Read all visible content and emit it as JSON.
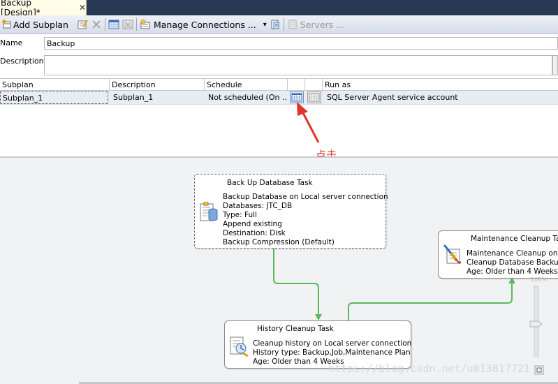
{
  "tab": {
    "title": "Backup [Design]*",
    "close": "✕"
  },
  "toolbar": {
    "add_subplan": "Add Subplan",
    "manage_connections": "Manage Connections ...",
    "dropdown": "▾",
    "servers": "Servers ..."
  },
  "properties": {
    "name_label": "Name",
    "name_value": "Backup",
    "description_label": "Description",
    "description_value": ""
  },
  "grid": {
    "columns": [
      "Subplan",
      "Description",
      "Schedule",
      "",
      "",
      "Run as"
    ],
    "rows": [
      {
        "subplan": "Subplan_1",
        "description": "Subplan_1",
        "schedule": "Not scheduled (On ...",
        "run_as": "SQL Server Agent service account"
      }
    ]
  },
  "annotation": {
    "text": "点击",
    "color": "#e0342a"
  },
  "tasks": {
    "backup": {
      "title": "Back Up Database Task",
      "lines": [
        "Backup Database on Local server connection",
        "Databases: JTC_DB",
        "Type: Full",
        "Append existing",
        "Destination: Disk",
        "Backup Compression (Default)"
      ]
    },
    "history": {
      "title": "History Cleanup Task",
      "lines": [
        "Cleanup history on Local server connection",
        "History type: Backup,Job,Maintenance Plan",
        "Age: Older than 4 Weeks"
      ]
    },
    "maintenance": {
      "title": "Maintenance Cleanup Task",
      "lines": [
        "Maintenance Cleanup on Local server connection",
        "Cleanup Database Backup files",
        "Age: Older than 4 Weeks"
      ]
    }
  },
  "zoom": {
    "label": "100%"
  },
  "watermark": "https://blog.csdn.net/u013017721",
  "colors": {
    "connector": "#5cb85c",
    "tab_strip": "#293955",
    "annotation": "#e0342a"
  }
}
